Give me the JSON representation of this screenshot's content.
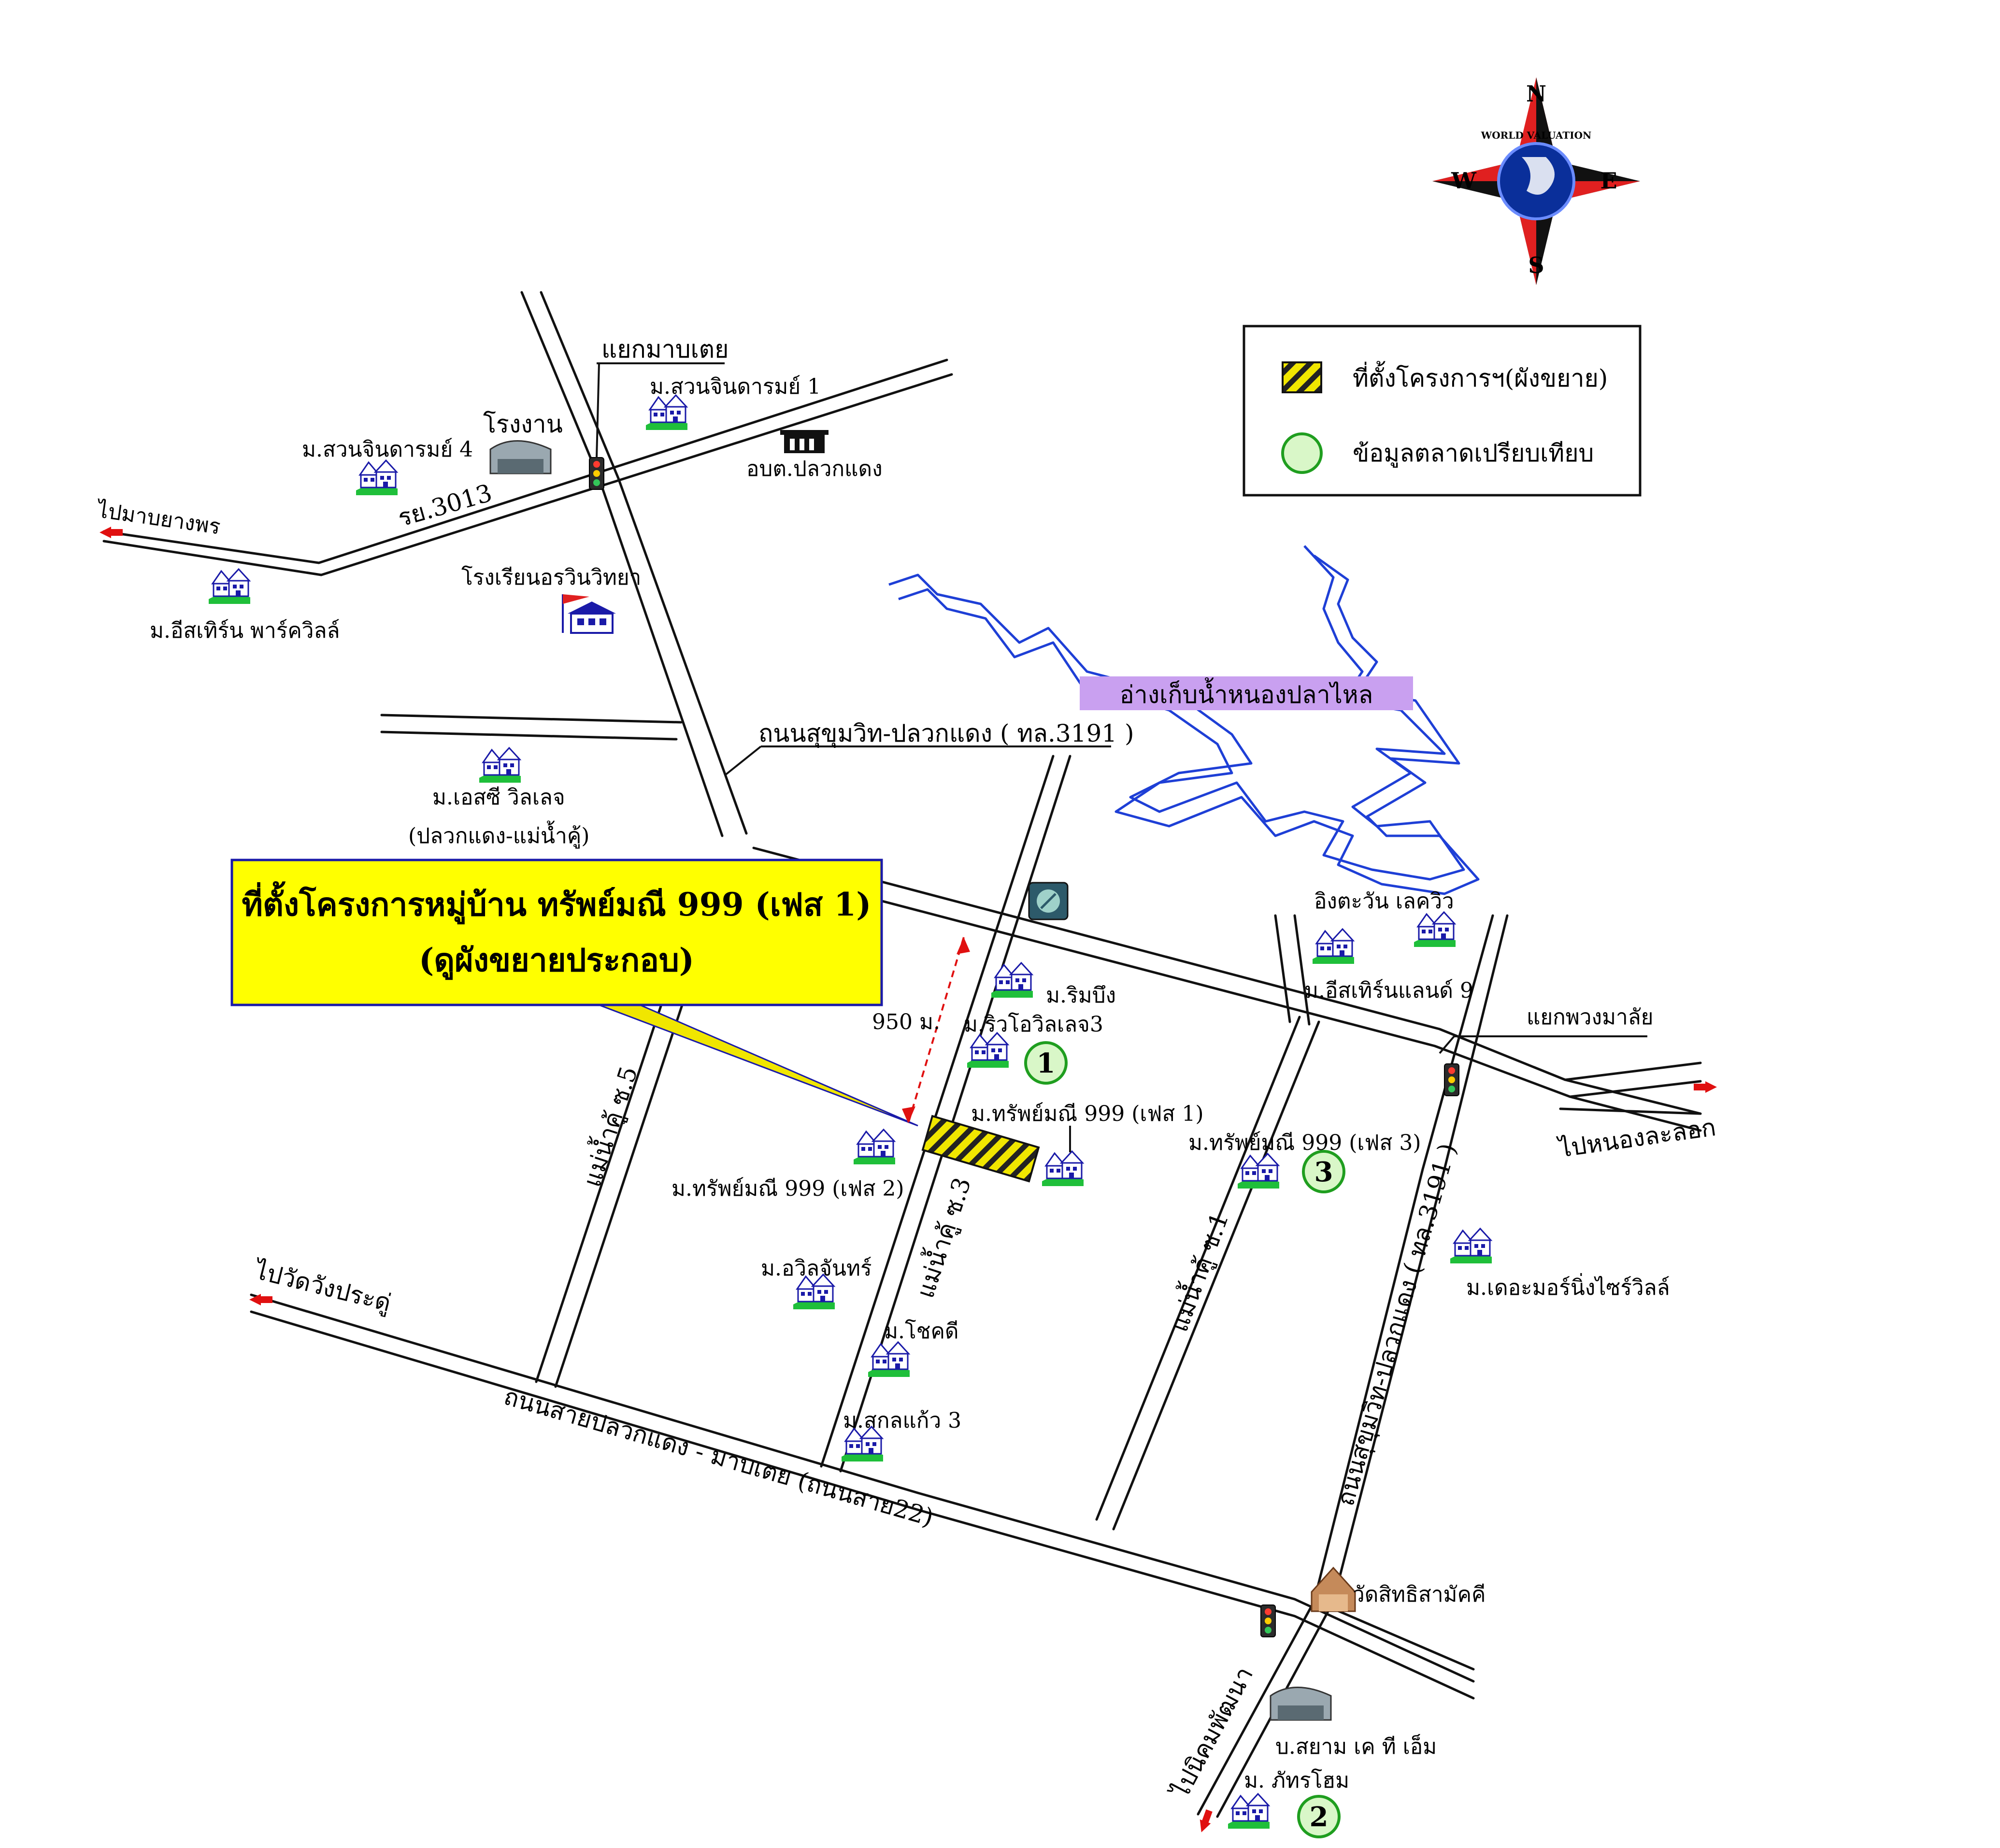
{
  "compass": {
    "n": "N",
    "s": "S",
    "e": "E",
    "w": "W",
    "ring_text": "WORLD VALUATION"
  },
  "legend": {
    "project_label": "ที่ตั้งโครงการฯ(ผังขยาย)",
    "market_label": "ข้อมูลตลาดเปรียบเทียบ"
  },
  "callout": {
    "line1": "ที่ตั้งโครงการหมู่บ้าน ทรัพย์มณี 999 (เฟส 1)",
    "line2": "(ดูผังขยายประกอบ)"
  },
  "reservoir": "อ่างเก็บน้ำหนองปลาไหล",
  "distance": "950 ม.",
  "markers": [
    "1",
    "2",
    "3"
  ],
  "labels": {
    "junction_maptaphut": "แยกมาบเตย",
    "suan_jinda_1": "ม.สวนจินดารมย์ 1",
    "suan_jinda_4": "ม.สวนจินดารมย์ 4",
    "factory_1": "โรงงาน",
    "abt_pluak_daeng": "อบต.ปลวกแดง",
    "to_map_yang_phon": "ไปมาบยางพร",
    "road_3013": "รย.3013",
    "eastern_park_ville": "ม.อีสเทิร์น พาร์ควิลล์",
    "school": "โรงเรียนอรวินวิทยา",
    "sukhumvit_road": "ถนนสุขุมวิท-ปลวกแดง ( ทล.3191 )",
    "sc_village": "ม.เอสซี วิลเลจ",
    "sc_village_sub": "(ปลวกแดง-แม่น้ำคู้)",
    "ing_tawan": "อิงตะวัน เลควิว",
    "eastern_land_9": "ม.อีสเทิร์นแลนด์ 9",
    "rim_bueng": "ม.ริมบึง",
    "river_ville_3": "ม.ริวโอวิลเลจ3",
    "junction_puang": "แยกพวงมาลัย",
    "to_nong_lalok": "ไปหนองละลอก",
    "subphaya_phase1": "ม.ทรัพย์มณี 999 (เฟส 1)",
    "subphaya_phase2": "ม.ทรัพย์มณี 999 (เฟส 2)",
    "subphaya_phase3": "ม.ทรัพย์มณี 999 (เฟส 3)",
    "soi_5": "แม่น้ำคู้ ซ.5",
    "soi_3": "แม่น้ำคู้ ซ.3",
    "soi_1": "แม่น้ำคู้ ซ.1",
    "sukhumvit_road_2": "ถนนสุขุมวิท-ปลวกแดง ( ทล.3191 )",
    "the_morning_side": "ม.เดอะมอร์นิ่งไซร์วิลล์",
    "to_wat_wang": "ไปวัดวังประดู่",
    "awin_chan": "ม.อวิลจันทร์",
    "chokdee": "ม.โชคดี",
    "sakon_kaew_3": "ม.สกลแก้ว 3",
    "road_22": "ถนนสายปลวกแดง - มาบเตย (ถนนสาย22)",
    "wat_sitthi": "วัดสิทธิสามัคคี",
    "to_nikhom": "ไปนิคมพัฒนา",
    "siam_ktm": "บ.สยาม เค ที เอ็ม",
    "phatra_home": "ม. ภัทรโฮม"
  },
  "colors": {
    "callout_bg": "#ffff00",
    "reservoir_bg": "#c9a0f0",
    "water": "#1e3fd6",
    "marker_fill": "#d9f7c8",
    "marker_stroke": "#1f9e1f",
    "distance": "#1e3fd6",
    "arrow_red": "#e01010"
  }
}
